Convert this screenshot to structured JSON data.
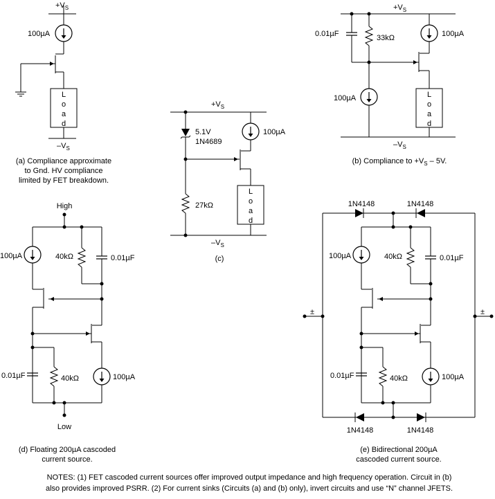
{
  "circuit_a": {
    "vplus": "+VS",
    "vminus": "–VS",
    "source": "100µA",
    "load": "Load",
    "caption": [
      "(a) Compliance approximate",
      "to Gnd. HV compliance",
      "limited by FET breakdown."
    ]
  },
  "circuit_b": {
    "vplus": "+VS",
    "vminus": "–VS",
    "cap": "0.01µF",
    "resistor": "33kΩ",
    "source_top": "100µA",
    "source_left": "100µA",
    "load": "Load",
    "caption": "(b) Compliance to +VS – 5V."
  },
  "circuit_c": {
    "vplus": "+VS",
    "vminus": "–VS",
    "zener_v": "5.1V",
    "zener_part": "1N4689",
    "resistor": "27kΩ",
    "source": "100µA",
    "load": "Load",
    "caption": "(c)"
  },
  "circuit_d": {
    "high": "High",
    "low": "Low",
    "src_top": "100µA",
    "res_top": "40kΩ",
    "cap_top": "0.01µF",
    "cap_bot": "0.01µF",
    "res_bot": "40kΩ",
    "src_bot": "100µA",
    "caption": [
      "(d) Floating 200µA  cascoded",
      "current source."
    ]
  },
  "circuit_e": {
    "diode": "1N4148",
    "pm": "±",
    "src_top": "100µA",
    "res_top": "40kΩ",
    "cap_top": "0.01µF",
    "cap_bot": "0.01µF",
    "res_bot": "40kΩ",
    "src_bot": "100µA",
    "caption": [
      "(e) Bidirectional 200µA",
      "cascoded current source."
    ]
  },
  "notes": [
    "NOTES: (1) FET cascoded current sources offer improved output impedance and high frequency operation. Circuit in (b)",
    "also provides improved PSRR.  (2) For current sinks (Circuits (a) and (b) only), invert circuits and use “N” channel JFETS."
  ]
}
